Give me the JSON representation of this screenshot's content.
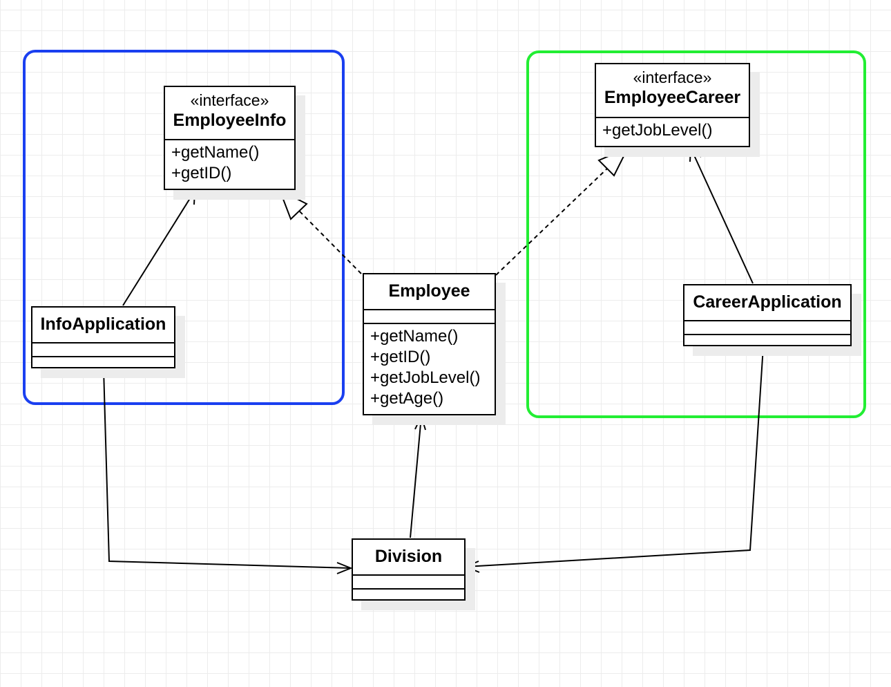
{
  "colors": {
    "info_group_border": "#1a3ff0",
    "career_group_border": "#22ee33",
    "class_border": "#000000",
    "class_shadow": "#ececec",
    "grid_line": "#ececec"
  },
  "classes": {
    "employee_info": {
      "stereotype": "«interface»",
      "name": "EmployeeInfo",
      "operations": [
        "+getName()",
        "+getID()"
      ]
    },
    "employee_career": {
      "stereotype": "«interface»",
      "name": "EmployeeCareer",
      "operations": [
        "+getJobLevel()"
      ]
    },
    "employee": {
      "name": "Employee",
      "operations": [
        "+getName()",
        "+getID()",
        "+getJobLevel()",
        "+getAge()"
      ]
    },
    "info_application": {
      "name": "InfoApplication"
    },
    "career_application": {
      "name": "CareerApplication"
    },
    "division": {
      "name": "Division"
    }
  },
  "relations": [
    {
      "type": "association",
      "from": "InfoApplication",
      "to": "EmployeeInfo"
    },
    {
      "type": "realization",
      "from": "Employee",
      "to": "EmployeeInfo"
    },
    {
      "type": "realization",
      "from": "Employee",
      "to": "EmployeeCareer"
    },
    {
      "type": "association",
      "from": "CareerApplication",
      "to": "EmployeeCareer"
    },
    {
      "type": "association",
      "from": "Division",
      "to": "Employee"
    },
    {
      "type": "association",
      "from": "InfoApplication",
      "to": "Division"
    },
    {
      "type": "association",
      "from": "CareerApplication",
      "to": "Division"
    }
  ]
}
